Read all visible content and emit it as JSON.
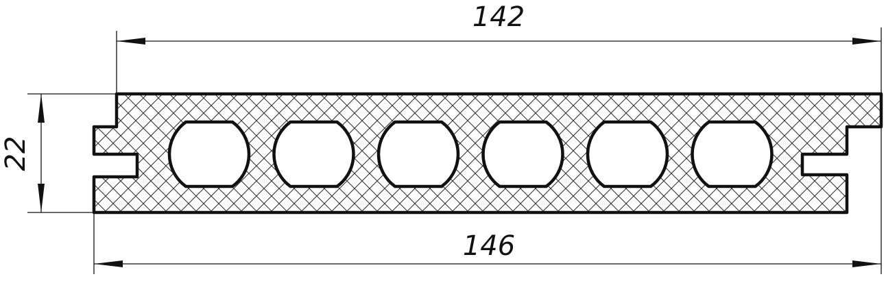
{
  "dimensions": {
    "top_width": "142",
    "bottom_width": "146",
    "height": "22"
  },
  "profile": {
    "hole_count": 6,
    "fill_pattern": "crosshatch",
    "line_color": "#111111",
    "background": "#ffffff"
  }
}
